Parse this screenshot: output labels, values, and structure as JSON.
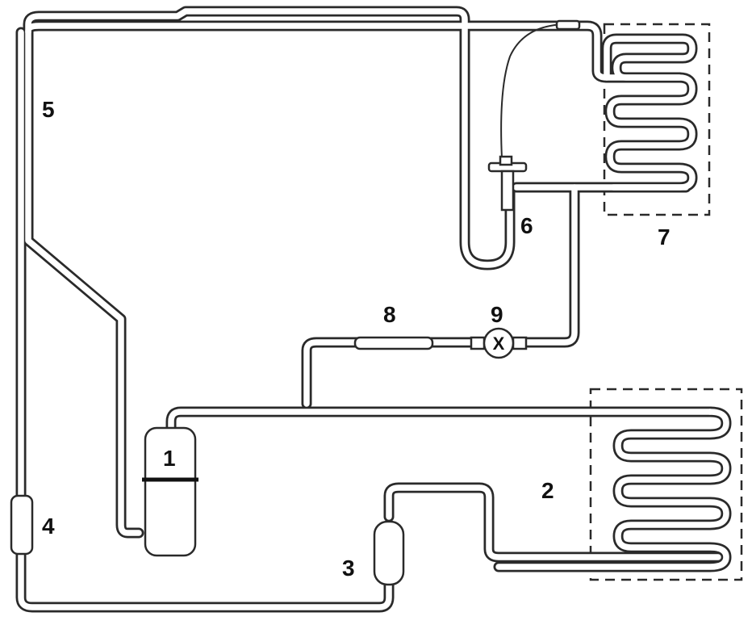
{
  "diagram": {
    "labels": [
      {
        "id": "1",
        "text": "1"
      },
      {
        "id": "2",
        "text": "2"
      },
      {
        "id": "3",
        "text": "3"
      },
      {
        "id": "4",
        "text": "4"
      },
      {
        "id": "5",
        "text": "5"
      },
      {
        "id": "6",
        "text": "6"
      },
      {
        "id": "7",
        "text": "7"
      },
      {
        "id": "8",
        "text": "8"
      },
      {
        "id": "9",
        "text": "9"
      }
    ],
    "valve_symbol": "X"
  }
}
